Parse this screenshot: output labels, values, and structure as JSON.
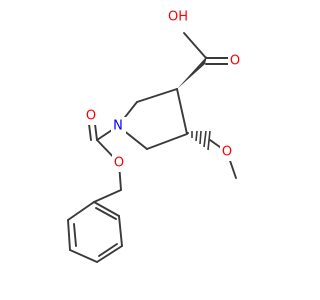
{
  "molecule": {
    "atoms": {
      "hydroxyl_o": "OH",
      "carbonyl_o_acid": "O",
      "ester_o_carbonyl": "O",
      "ester_o": "O",
      "ring_n": "N",
      "methoxy_o": "O"
    },
    "colors": {
      "bond": "#3a3a3a",
      "oxygen": "#ff0000",
      "nitrogen": "#0000ff"
    }
  }
}
